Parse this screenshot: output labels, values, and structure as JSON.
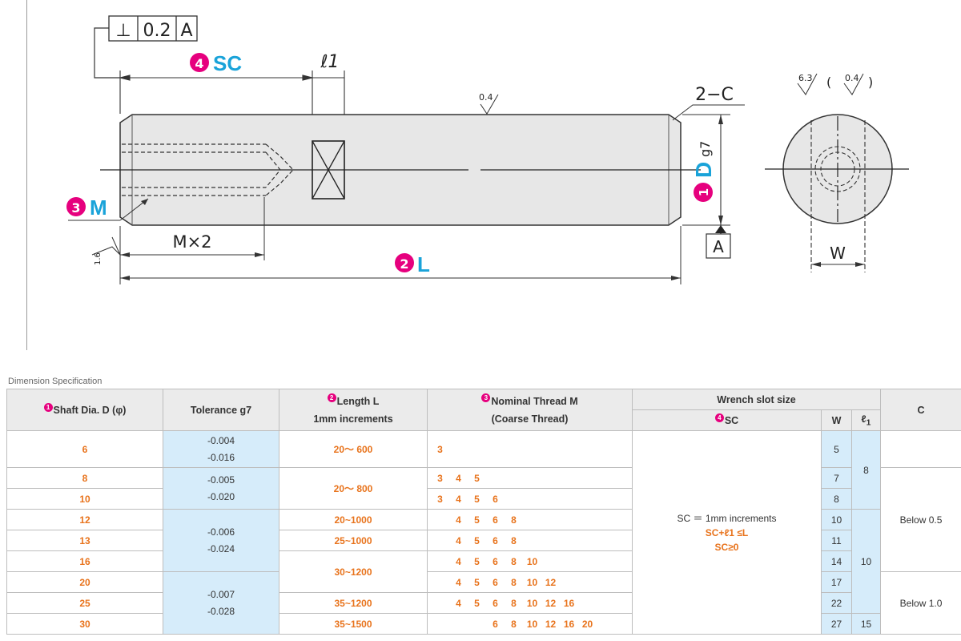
{
  "drawing": {
    "flatness_frame": {
      "symbol": "⊥",
      "value": "0.2",
      "datum": "A"
    },
    "callouts": {
      "sc": {
        "num": "4",
        "label": "SC"
      },
      "m": {
        "num": "3",
        "label": "M"
      },
      "l": {
        "num": "2",
        "label": "L"
      },
      "d": {
        "num": "1",
        "label": "D",
        "suffix": "g7"
      }
    },
    "labels": {
      "l1": "ℓ1",
      "chamfer": "2−C",
      "thread_len": "M×2",
      "datum": "A",
      "width": "W",
      "rough_main": "0.4",
      "rough_end": "1.6",
      "rough_side_a": "6.3",
      "rough_side_b": "0.4",
      "paren_open": "(",
      "paren_close": ")"
    },
    "colors": {
      "callout": "#e6007e",
      "label": "#1aa3d9"
    }
  },
  "table": {
    "caption": "Dimension Specification",
    "headers": {
      "shaft": {
        "mark": "1",
        "text": "Shaft Dia. D (φ)"
      },
      "tol": "Tolerance g7",
      "len": {
        "mark": "2",
        "line1": "Length L",
        "line2": "1mm increments"
      },
      "thread": {
        "mark": "3",
        "line1": "Nominal Thread M",
        "line2": "(Coarse Thread)"
      },
      "wrench": "Wrench slot size",
      "sc": {
        "mark": "4",
        "text": "SC"
      },
      "w": "W",
      "l1": "ℓ",
      "l1_sub": "1",
      "c": "C"
    },
    "rows": [
      {
        "d": "6",
        "threads": [
          "3",
          "",
          "",
          "",
          "",
          "",
          ""
        ],
        "w": "5"
      },
      {
        "d": "8",
        "threads": [
          "3",
          "4",
          "5",
          "",
          "",
          "",
          ""
        ],
        "w": "7"
      },
      {
        "d": "10",
        "threads": [
          "3",
          "4",
          "5",
          "6",
          "",
          "",
          ""
        ],
        "w": "8"
      },
      {
        "d": "12",
        "threads": [
          "",
          "4",
          "5",
          "6",
          "8",
          "",
          ""
        ],
        "w": "10"
      },
      {
        "d": "13",
        "threads": [
          "",
          "4",
          "5",
          "6",
          "8",
          "",
          ""
        ],
        "w": "11"
      },
      {
        "d": "16",
        "threads": [
          "",
          "4",
          "5",
          "6",
          "8",
          "10",
          ""
        ],
        "w": "14"
      },
      {
        "d": "20",
        "threads": [
          "",
          "4",
          "5",
          "6",
          "8",
          "10",
          "12"
        ],
        "w": "17"
      },
      {
        "d": "25",
        "threads": [
          "",
          "4",
          "5",
          "6",
          "8",
          "10",
          "12",
          "16"
        ],
        "w": "22"
      },
      {
        "d": "30",
        "threads": [
          "",
          "",
          "",
          "6",
          "8",
          "10",
          "12",
          "16",
          "20"
        ],
        "w": "27"
      }
    ],
    "tolerance_groups": [
      {
        "a": "-0.004",
        "b": "-0.016"
      },
      {
        "a": "-0.005",
        "b": "-0.020"
      },
      {
        "a": "-0.006",
        "b": "-0.024"
      },
      {
        "a": "-0.007",
        "b": "-0.028"
      }
    ],
    "length_groups": [
      "20～ 600",
      "20～ 800",
      "20~1000",
      "25~1000",
      "30~1200",
      "35~1200",
      "35~1500"
    ],
    "sc_note": {
      "line1": "SC ＝ 1mm increments",
      "line2": "SC+ℓ1 ≤L",
      "line3": "SC≥0"
    },
    "l1_groups": [
      "8",
      "10",
      "15"
    ],
    "c_groups": [
      "Below 0.5",
      "Below 1.0"
    ]
  }
}
